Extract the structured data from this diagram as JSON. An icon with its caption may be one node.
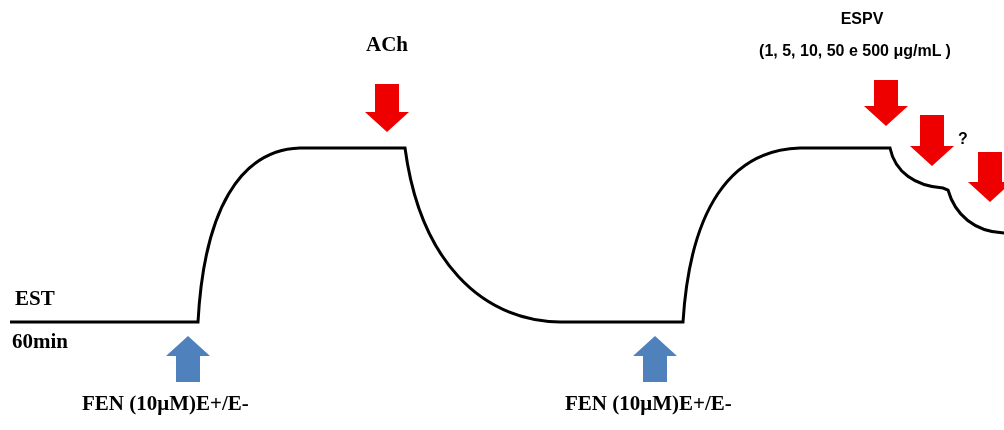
{
  "diagram": {
    "labels": [
      "ESPV",
      "(1, 5, 10, 50 e 500 μg/mL )",
      "ACh",
      "?",
      "EST",
      "60min",
      "FEN (10μM)E+/E-",
      "FEN (10μM)E+/E-"
    ]
  }
}
